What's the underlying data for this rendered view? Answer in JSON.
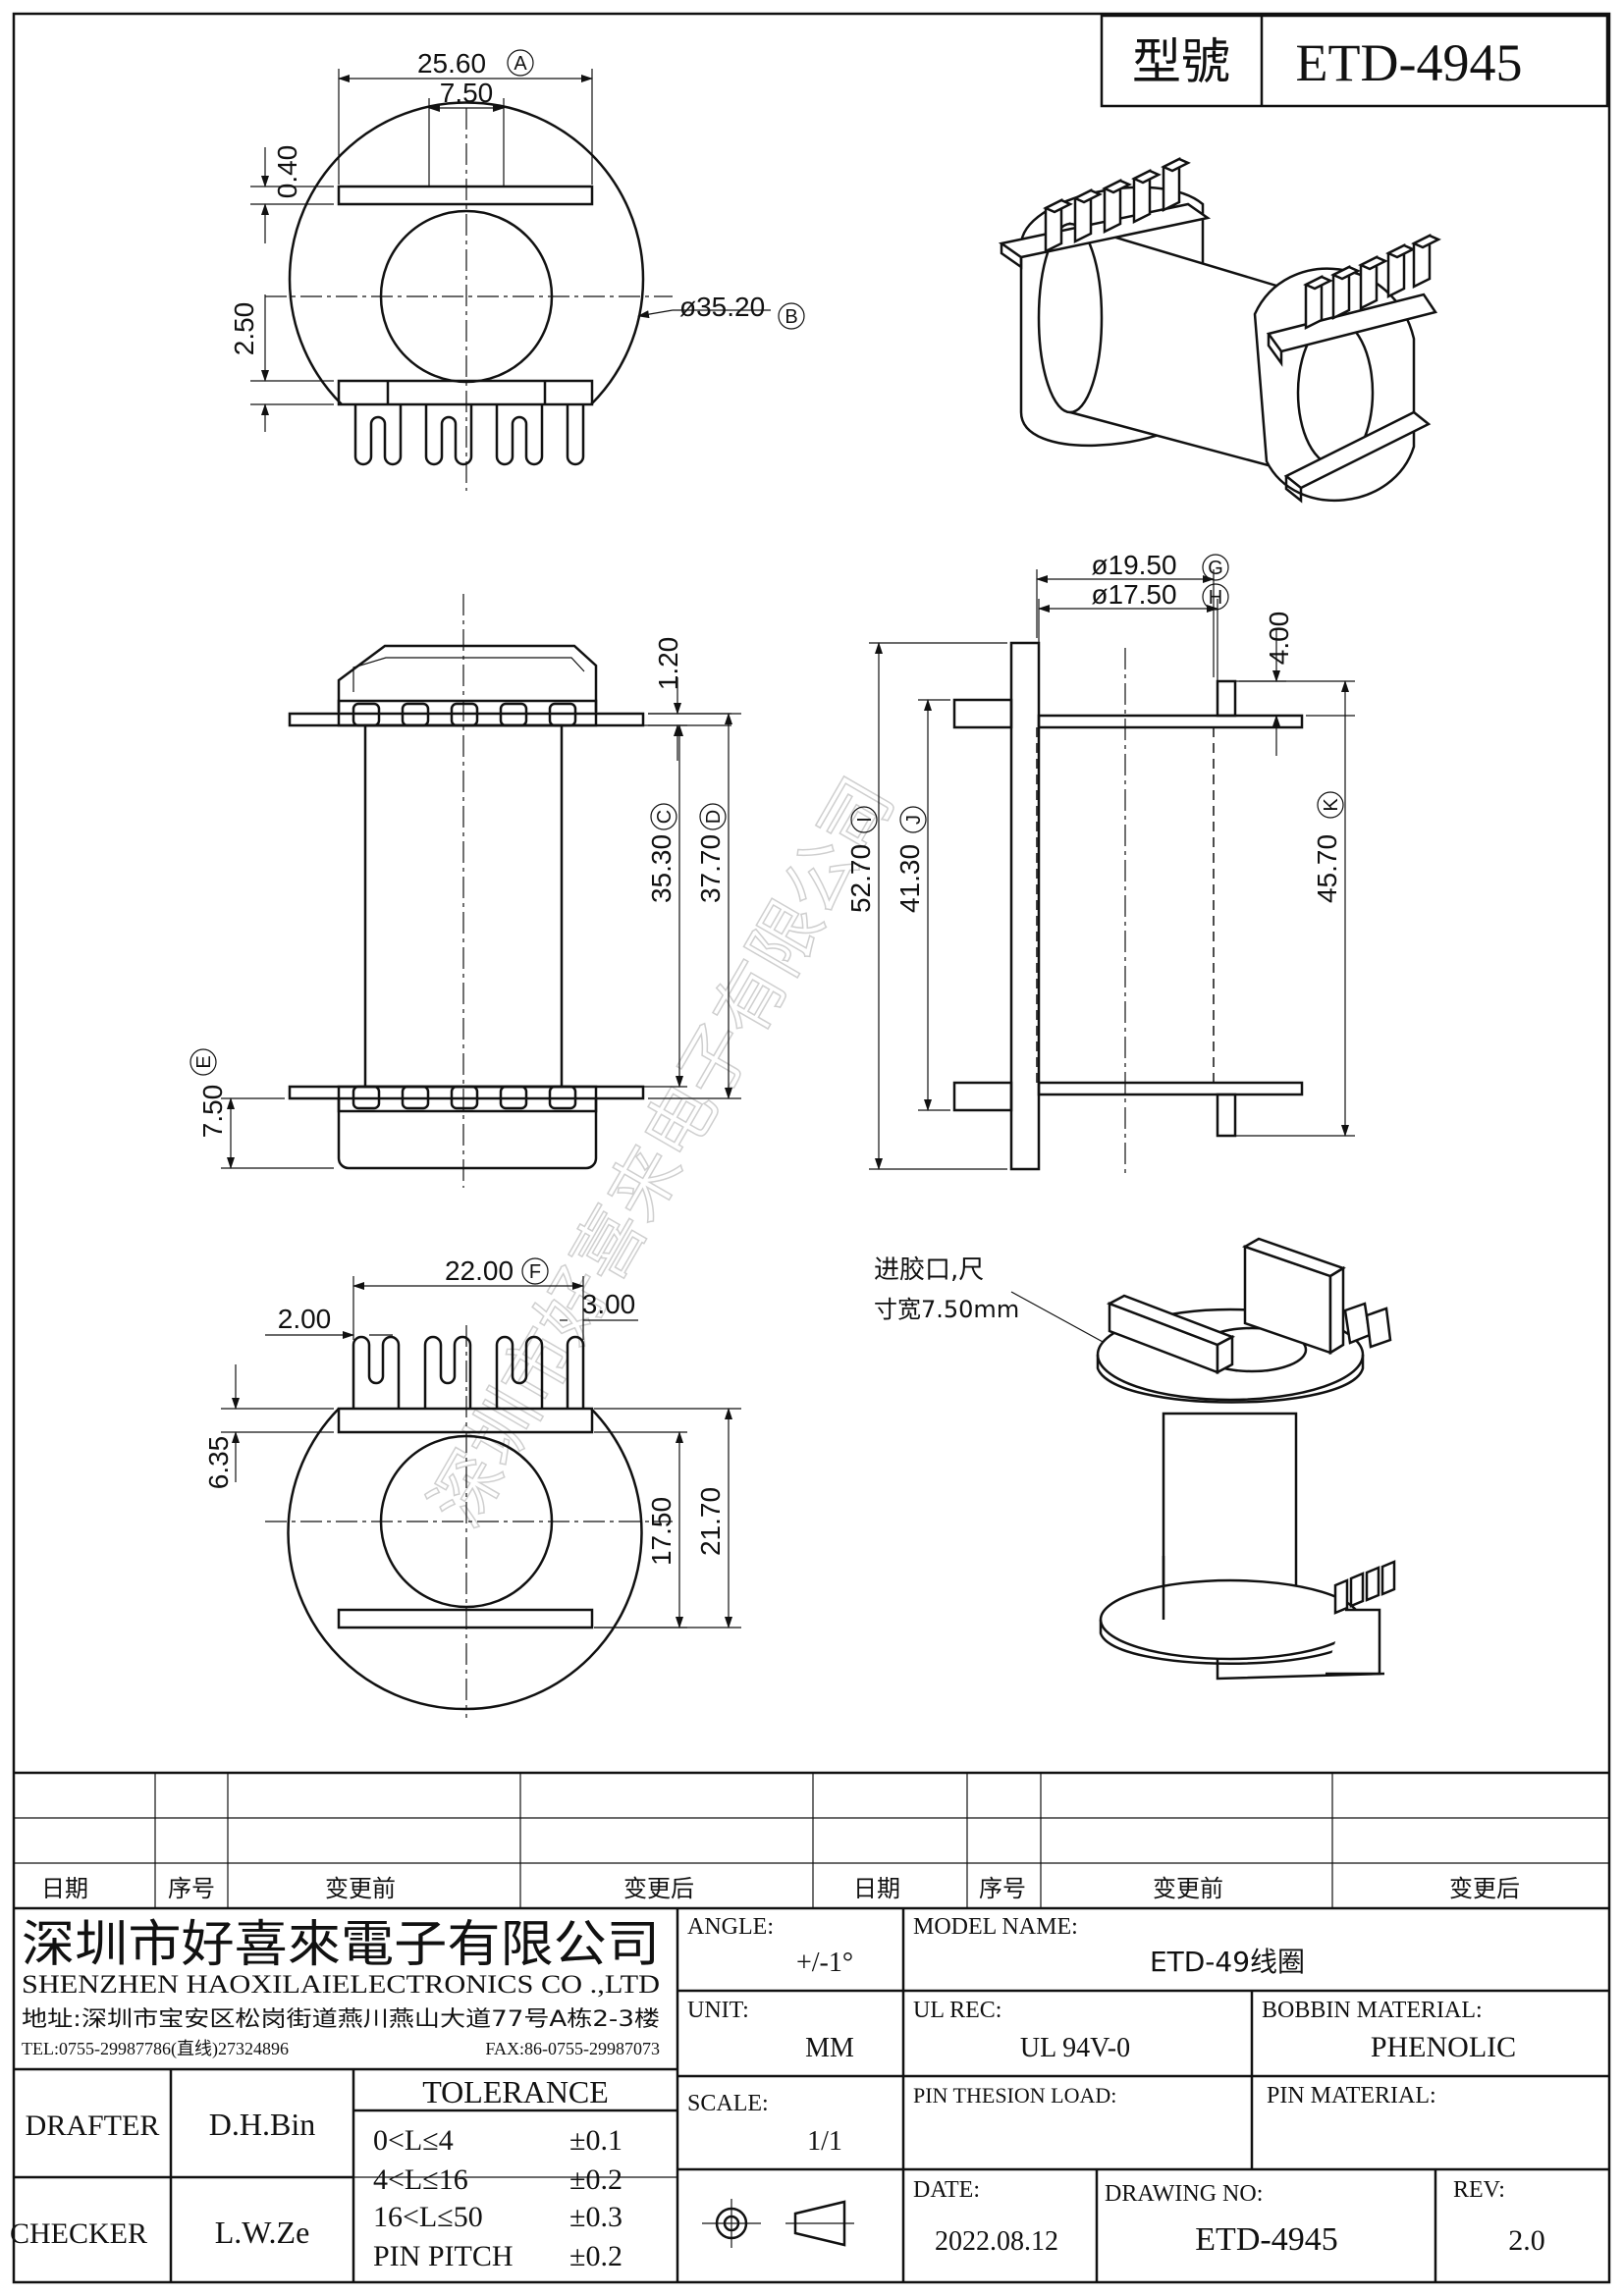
{
  "header": {
    "model_label": "型號",
    "model_value": "ETD-4945"
  },
  "watermark": "深圳市好喜来电子有限公司",
  "dimensions": {
    "top_width": "25.60",
    "top_width_mark": "A",
    "top_inner": "7.50",
    "top_gap": "0.40",
    "top_pin_offset": "2.50",
    "flange_dia": "ø35.20",
    "flange_dia_mark": "B",
    "side_flange_t": "1.20",
    "side_c": "35.30",
    "side_c_mark": "C",
    "side_d": "37.70",
    "side_d_mark": "D",
    "side_e": "7.50",
    "side_e_mark": "E",
    "dia_g": "ø19.50",
    "dia_g_mark": "G",
    "dia_h": "ø17.50",
    "dia_h_mark": "H",
    "front_pin": "4.00",
    "front_i": "52.70",
    "front_i_mark": "I",
    "front_j": "41.30",
    "front_j_mark": "J",
    "front_k": "45.70",
    "front_k_mark": "K",
    "bottom_f": "22.00",
    "bottom_f_mark": "F",
    "pin_w": "2.00",
    "pin_pitch": "3.00",
    "bottom_h1": "6.35",
    "bottom_h2": "17.50",
    "bottom_h3": "21.70"
  },
  "note": {
    "line1": "进胶口,尺",
    "line2": "寸宽7.50mm"
  },
  "revision_table": {
    "headers": [
      "日期",
      "序号",
      "变更前",
      "变更后",
      "日期",
      "序号",
      "变更前",
      "变更后"
    ]
  },
  "company": {
    "name_cn": "深圳市好喜來電子有限公司",
    "name_en": "SHENZHEN HAOXILAIELECTRONICS CO .,LTD",
    "address": "地址:深圳市宝安区松岗街道燕川燕山大道77号A栋2-3楼",
    "tel": "TEL:0755-29987786(直线)27324896",
    "fax": "FAX:86-0755-29987073"
  },
  "title_block": {
    "angle_label": "ANGLE:",
    "angle_value": "+/-1°",
    "model_name_label": "MODEL NAME:",
    "model_name_value": "ETD-49线圈",
    "unit_label": "UNIT:",
    "unit_value": "MM",
    "ul_label": "UL REC:",
    "ul_value": "UL 94V-0",
    "bobbin_label": "BOBBIN MATERIAL:",
    "bobbin_value": "PHENOLIC",
    "drafter_label": "DRAFTER",
    "drafter_value": "D.H.Bin",
    "checker_label": "CHECKER",
    "checker_value": "L.W.Ze",
    "tolerance_label": "TOLERANCE",
    "tolerances": [
      {
        "range": "0<L≤4",
        "value": "±0.1"
      },
      {
        "range": "4<L≤16",
        "value": "±0.2"
      },
      {
        "range": "16<L≤50",
        "value": "±0.3"
      },
      {
        "range": "PIN PITCH",
        "value": "±0.2"
      }
    ],
    "scale_label": "SCALE:",
    "scale_value": "1/1",
    "pin_load_label": "PIN THESION LOAD:",
    "pin_material_label": "PIN MATERIAL:",
    "date_label": "DATE:",
    "date_value": "2022.08.12",
    "drawing_no_label": "DRAWING NO:",
    "drawing_no_value": "ETD-4945",
    "rev_label": "REV:",
    "rev_value": "2.0"
  }
}
